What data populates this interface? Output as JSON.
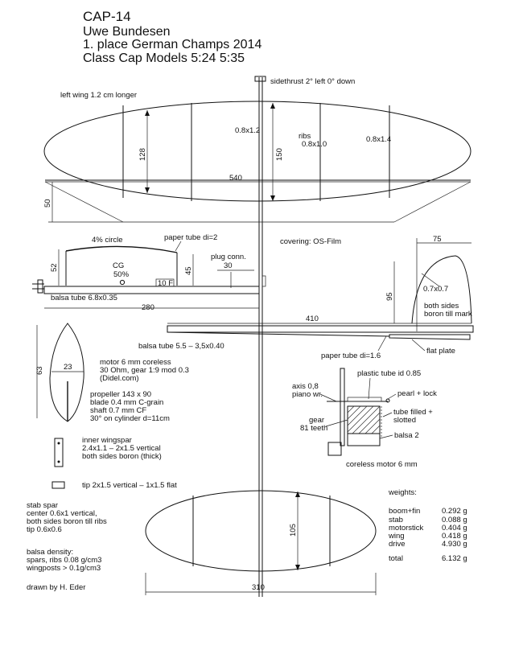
{
  "title": {
    "name": "CAP-14",
    "builder": "Uwe Bundesen",
    "result": "1. place German Champs 2014",
    "class_line": "Class Cap Models  5:24 5:35"
  },
  "wing": {
    "note_longer": "left wing 1.2 cm longer",
    "sidethrust": "sidethrust 2° left  0° down",
    "rib_a": "0.8x1.2",
    "ribs_title": "ribs",
    "ribs_value": "0.8x1.0",
    "rib_c": "0.8x1.4",
    "chord_dim": "128",
    "chord_dim_center": "150",
    "span_dim": "540",
    "dihedral_dim": "50"
  },
  "profile": {
    "airfoil": "4% circle",
    "paper_tube": "paper tube di=2",
    "plug": "plug conn.",
    "plug_dim": "30",
    "height_52": "52",
    "height_45": "45",
    "cg_label": "CG",
    "cg_percent": "50%",
    "tenf": "10 F",
    "balsa_tube": "balsa tube 6.8x0.35",
    "length_280": "280"
  },
  "covering": "covering: OS-Film",
  "fin": {
    "width_75": "75",
    "height_95": "95",
    "rib": "0.7x0.7",
    "boron_a": "both sides",
    "boron_b": "boron till mark"
  },
  "boom": {
    "length_410": "410",
    "balsa_tube": "balsa tube 5.5 – 3,5x0.40",
    "paper_tube": "paper tube di=1.6",
    "flat_plate": "flat plate"
  },
  "propeller": {
    "height_63": "63",
    "width_23": "23",
    "motor_1": "motor 6 mm coreless",
    "motor_2": "30 Ohm, gear 1:9 mod 0.3",
    "motor_3": "(Didel.com)",
    "prop_1": "propeller 143 x 90",
    "prop_2": "blade 0.4 mm C-grain",
    "prop_3": "shaft 0.7 mm CF",
    "prop_4": "30° on cylinder d=11cm"
  },
  "gearbox": {
    "plastic_tube": "plastic tube id 0.85",
    "axis_1": "axis 0,8",
    "axis_2": "piano wr.",
    "pearl": "pearl + lock",
    "tube_filled_1": "tube filled +",
    "tube_filled_2": "slotted",
    "gear_1": "gear",
    "gear_2": "81 teeth",
    "balsa": "balsa 2",
    "motor": "coreless motor 6 mm"
  },
  "spars": {
    "inner_1": "inner wingspar",
    "inner_2": "2.4x1.1 – 2x1.5 vertical",
    "inner_3": "both sides boron (thick)",
    "tip": "tip 2x1.5 vertical – 1x1.5 flat"
  },
  "stab": {
    "spar_1": "stab spar",
    "spar_2": "center 0.6x1 vertical,",
    "spar_3": "both sides boron till ribs",
    "spar_4": "tip 0.6x0.6",
    "height_105": "105",
    "width_310": "310"
  },
  "density": {
    "line_1": "balsa density:",
    "line_2": "spars, ribs 0.08 g/cm3",
    "line_3": "wingposts > 0.1g/cm3"
  },
  "credit": "drawn by H. Eder",
  "weights": {
    "title": "weights:",
    "rows": [
      {
        "item": "boom+fin",
        "value": "0.292 g"
      },
      {
        "item": "stab",
        "value": "0.088 g"
      },
      {
        "item": "motorstick",
        "value": "0.404 g"
      },
      {
        "item": "wing",
        "value": "0.418 g"
      },
      {
        "item": "drive",
        "value": "4.930 g"
      }
    ],
    "total_label": "total",
    "total_value": "6.132 g"
  }
}
